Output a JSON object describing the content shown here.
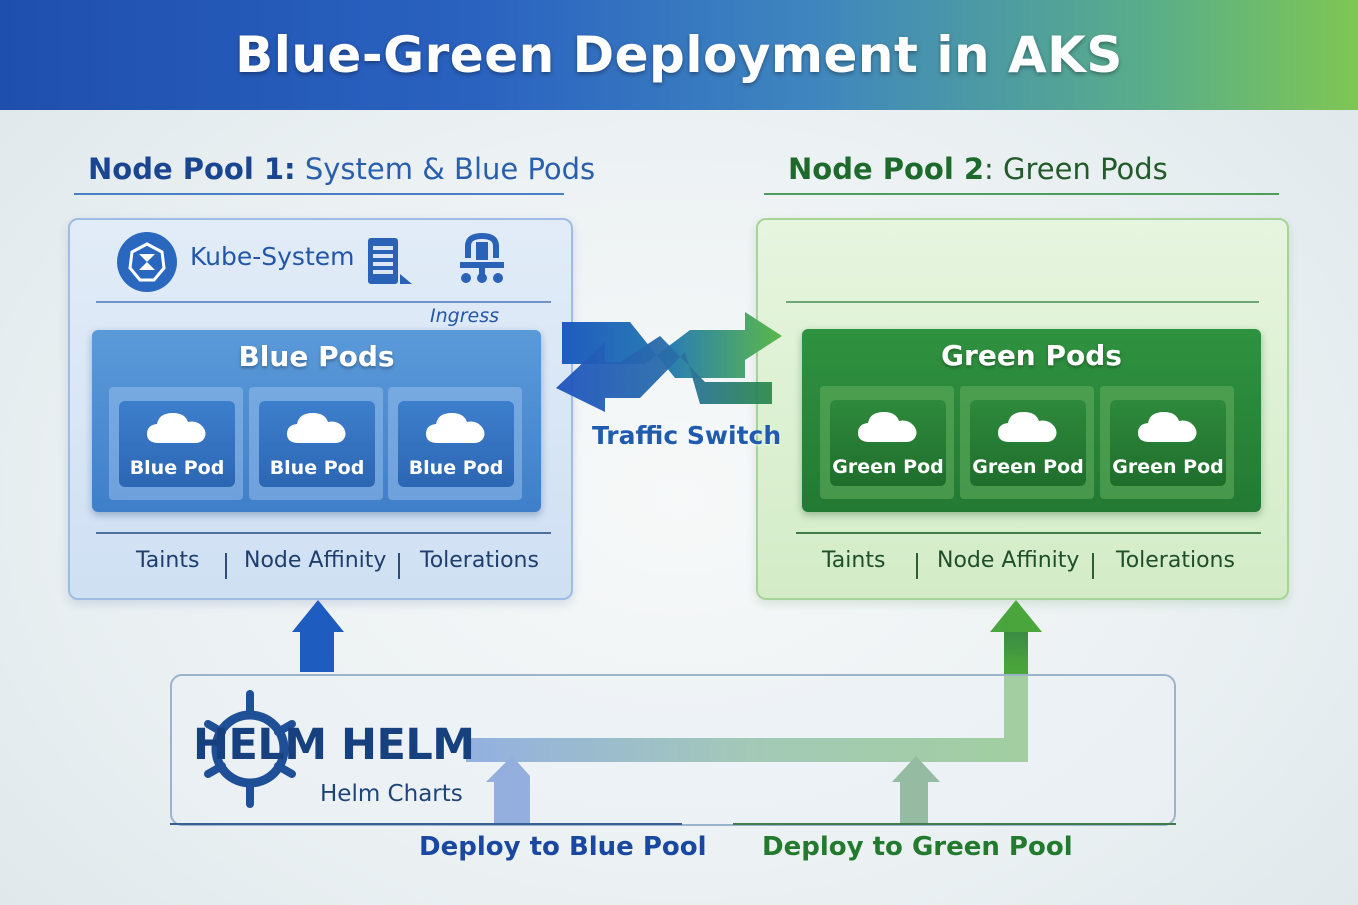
{
  "title": "Blue-Green Deployment in AKS",
  "pool1": {
    "heading_bold": "Node Pool 1:",
    "heading_rest": " System & Blue Pods",
    "system_label": "Kube-System",
    "ingress_label": "Ingress",
    "pods_title": "Blue Pods",
    "pods": [
      "Blue Pod",
      "Blue Pod",
      "Blue Pod"
    ],
    "footer": [
      "Taints",
      "Node Affinity",
      "Tolerations"
    ]
  },
  "pool2": {
    "heading_bold": "Node Pool 2",
    "heading_rest": ": Green Pods",
    "pods_title": "Green Pods",
    "pods": [
      "Green Pod",
      "Green Pod",
      "Green Pod"
    ],
    "footer": [
      "Taints",
      "Node Affinity",
      "Tolerations"
    ]
  },
  "traffic_switch": "Traffic Switch",
  "helm": {
    "logo_text": "HELM",
    "wordmark": "HELM",
    "charts_label": "Helm Charts"
  },
  "deploy_blue": "Deploy to Blue Pool",
  "deploy_green": "Deploy to Green Pool",
  "colors": {
    "blue_accent": "#2a68c0",
    "green_accent": "#2e8a3c",
    "banner_start": "#1f4fae",
    "banner_end": "#7fc653"
  }
}
